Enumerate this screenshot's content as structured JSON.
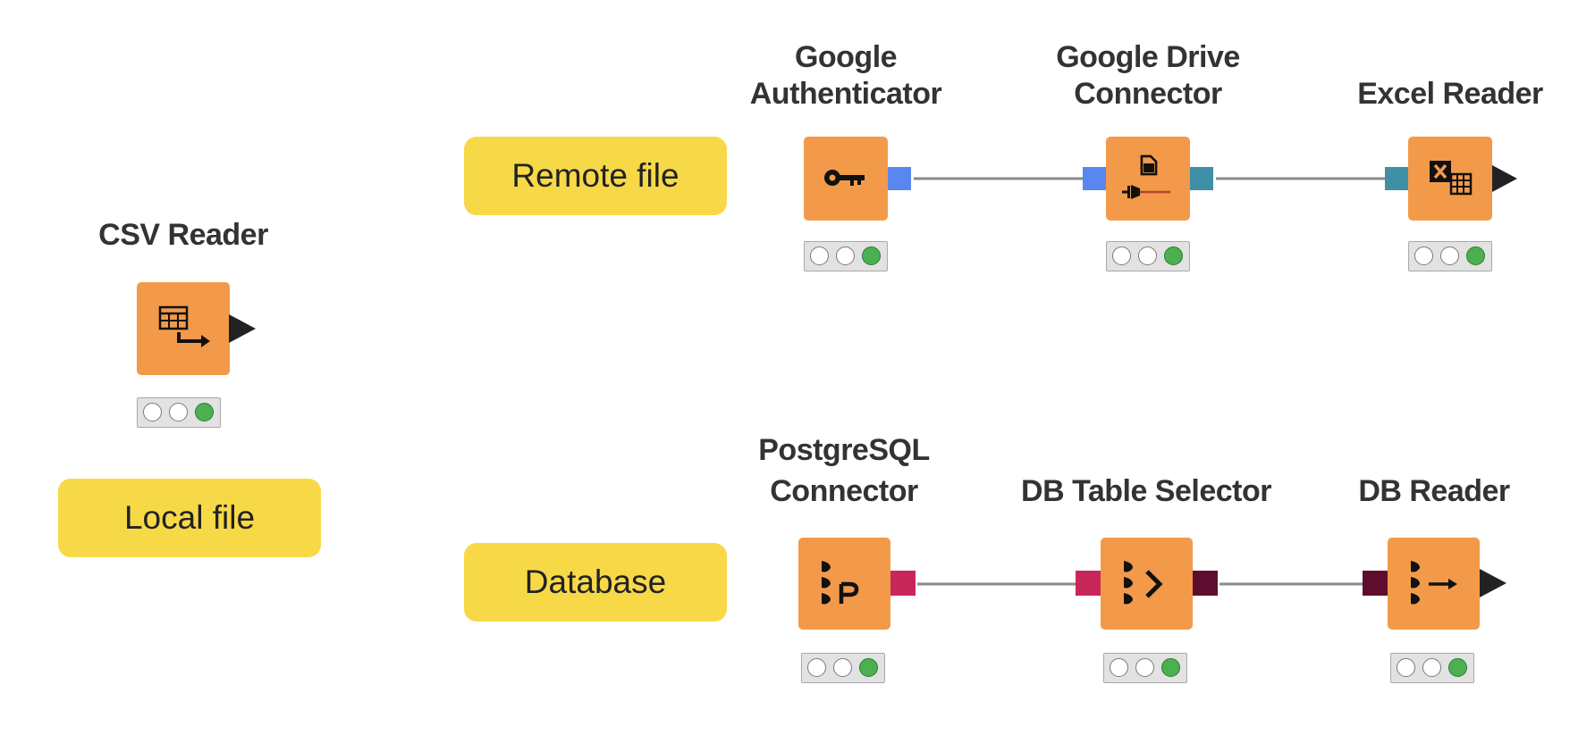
{
  "colors": {
    "node_fill": "#f29a4a",
    "annotation_fill": "#f7d948",
    "port_credentials": "#5a86ef",
    "port_file_system": "#3f8fa6",
    "port_db_connection": "#c8275a",
    "port_db_data": "#5f0d2e",
    "port_table": "#222222",
    "connection_line": "#8a8a8a",
    "status_green": "#4caf50"
  },
  "annotations": {
    "local_file": "Local file",
    "remote_file": "Remote file",
    "database": "Database"
  },
  "nodes": {
    "csv_reader": {
      "title": [
        "CSV Reader"
      ],
      "icon": "table-export-icon",
      "status": "executed"
    },
    "google_authenticator": {
      "title": [
        "Google",
        "Authenticator"
      ],
      "icon": "key-icon",
      "status": "executed"
    },
    "google_drive_connector": {
      "title": [
        "Google Drive",
        "Connector"
      ],
      "icon": "file-plug-icon",
      "status": "executed"
    },
    "excel_reader": {
      "title": [
        "Excel Reader"
      ],
      "icon": "excel-table-icon",
      "status": "executed"
    },
    "postgresql_connector": {
      "title": [
        "PostgreSQL",
        "Connector"
      ],
      "icon": "db-p-icon",
      "status": "executed"
    },
    "db_table_selector": {
      "title": [
        "DB Table Selector"
      ],
      "icon": "db-chevron-icon",
      "status": "executed"
    },
    "db_reader": {
      "title": [
        "DB Reader"
      ],
      "icon": "db-arrow-icon",
      "status": "executed"
    }
  }
}
